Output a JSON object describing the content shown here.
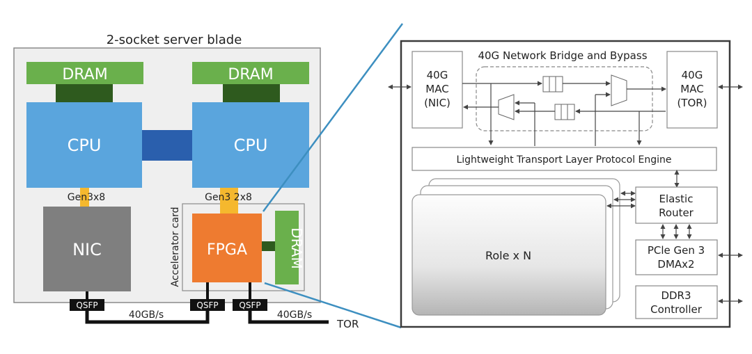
{
  "blade": {
    "title": "2-socket server blade",
    "dram_left": "DRAM",
    "dram_right": "DRAM",
    "cpu_left": "CPU",
    "cpu_right": "CPU",
    "link_left": "Gen3x8",
    "link_right": "Gen3 2x8",
    "nic": "NIC",
    "accel_card": "Accelerator card",
    "fpga": "FPGA",
    "fpga_dram": "DRAM",
    "qsfp_nic": "QSFP",
    "qsfp_fpga_a": "QSFP",
    "qsfp_fpga_b": "QSFP",
    "speed_left": "40GB/s",
    "speed_right": "40GB/s",
    "tor": "TOR"
  },
  "fpga_detail": {
    "bridge_title": "40G Network Bridge and Bypass",
    "mac_nic": [
      "40G",
      "MAC",
      "(NIC)"
    ],
    "mac_tor": [
      "40G",
      "MAC",
      "(TOR)"
    ],
    "ltl": "Lightweight Transport Layer Protocol Engine",
    "router": [
      "Elastic",
      "Router"
    ],
    "pcie": [
      "PCle Gen 3",
      "DMAx2"
    ],
    "ddr3": [
      "DDR3",
      "Controller"
    ],
    "role": "Role x N"
  },
  "colors": {
    "dram": "#6ab04c",
    "dram_dark": "#2e5a1e",
    "cpu": "#5aa5dd",
    "cpu_link": "#2a5fad",
    "nic": "#7f7f7f",
    "fpga": "#ee7b30",
    "pcie_link": "#f5b82e",
    "callout": "#3d8fc0"
  }
}
